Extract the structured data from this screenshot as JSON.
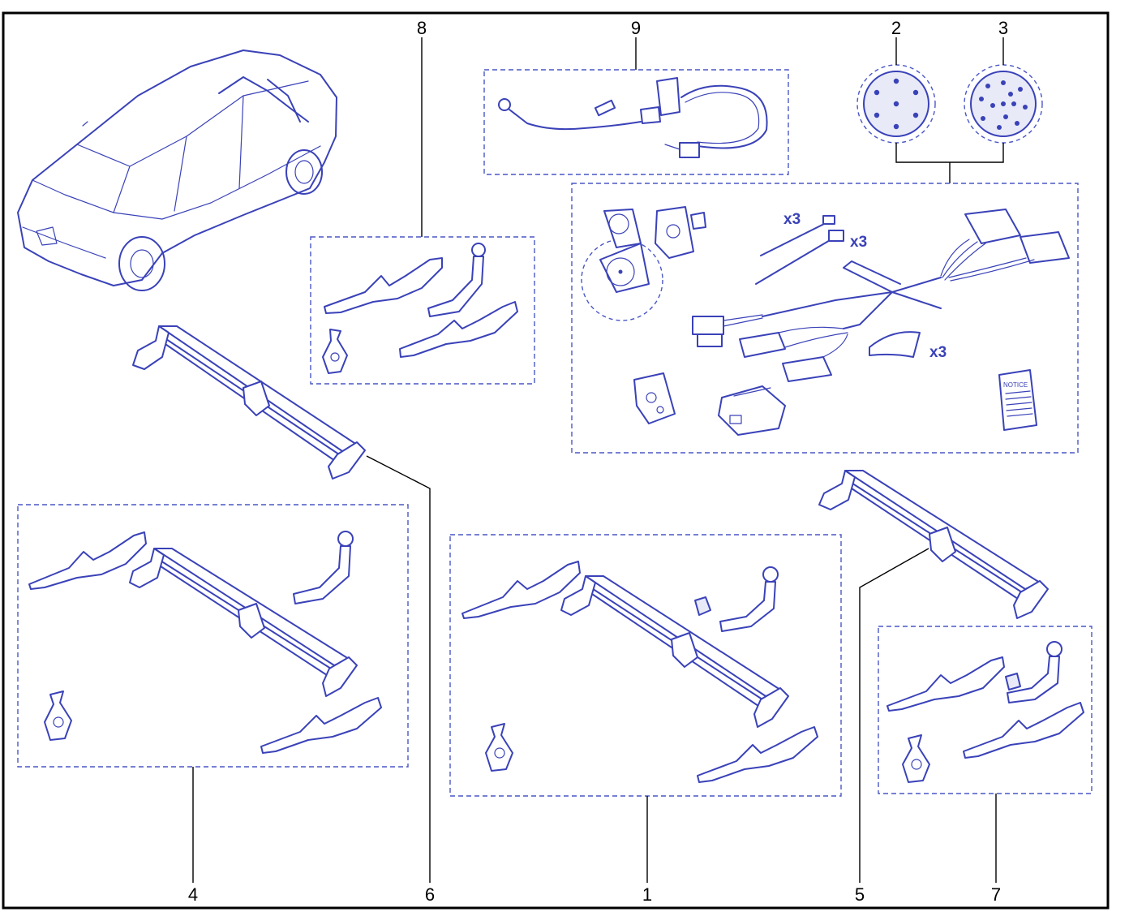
{
  "callouts": {
    "c1": "1",
    "c2": "2",
    "c3": "3",
    "c4": "4",
    "c5": "5",
    "c6": "6",
    "c7": "7",
    "c8": "8",
    "c9": "9"
  },
  "quantities": {
    "q_tie_small": "x3",
    "q_tie_large": "x3",
    "q_pad": "x3"
  },
  "notice_label": "NOTICE",
  "colors": {
    "line": "#3a42b8",
    "frame": "#000000",
    "dashed_box": "#4a57c6"
  },
  "icons": [
    "car-icon",
    "tow-bar-crossmember-icon",
    "tow-ball-icon",
    "side-bracket-icon",
    "hardware-bag-icon",
    "socket-7-pin-icon",
    "socket-13-pin-icon",
    "wiring-harness-icon",
    "cable-tie-icon",
    "electronic-module-icon",
    "instruction-leaflet-icon",
    "adapter-cable-icon"
  ]
}
